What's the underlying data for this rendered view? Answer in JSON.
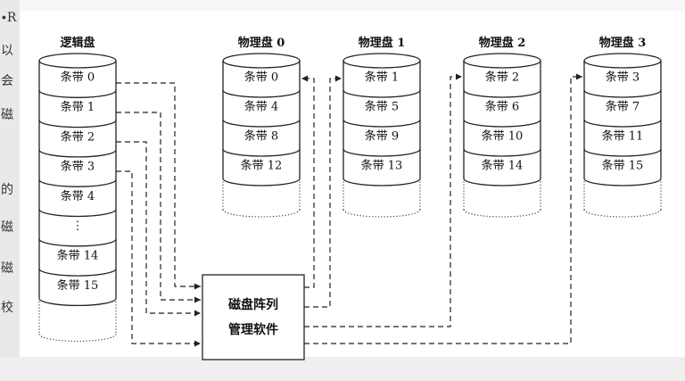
{
  "left_fragments": [
    "∙R",
    "以",
    "会",
    "磁",
    "的",
    "磁",
    "磁",
    "校"
  ],
  "logical_disk": {
    "title": "逻辑盘",
    "stripes": [
      "条带 0",
      "条带 1",
      "条带 2",
      "条带 3",
      "条带 4",
      "⋮",
      "条带 14",
      "条带 15"
    ]
  },
  "physical_disks": [
    {
      "title": "物理盘 0",
      "stripes": [
        "条带 0",
        "条带 4",
        "条带 8",
        "条带 12"
      ]
    },
    {
      "title": "物理盘 1",
      "stripes": [
        "条带 1",
        "条带 5",
        "条带 9",
        "条带 13"
      ]
    },
    {
      "title": "物理盘 2",
      "stripes": [
        "条带 2",
        "条带 6",
        "条带 10",
        "条带 14"
      ]
    },
    {
      "title": "物理盘 3",
      "stripes": [
        "条带 3",
        "条带 7",
        "条带 11",
        "条带 15"
      ]
    }
  ],
  "manager": {
    "line1": "磁盘阵列",
    "line2": "管理软件"
  }
}
